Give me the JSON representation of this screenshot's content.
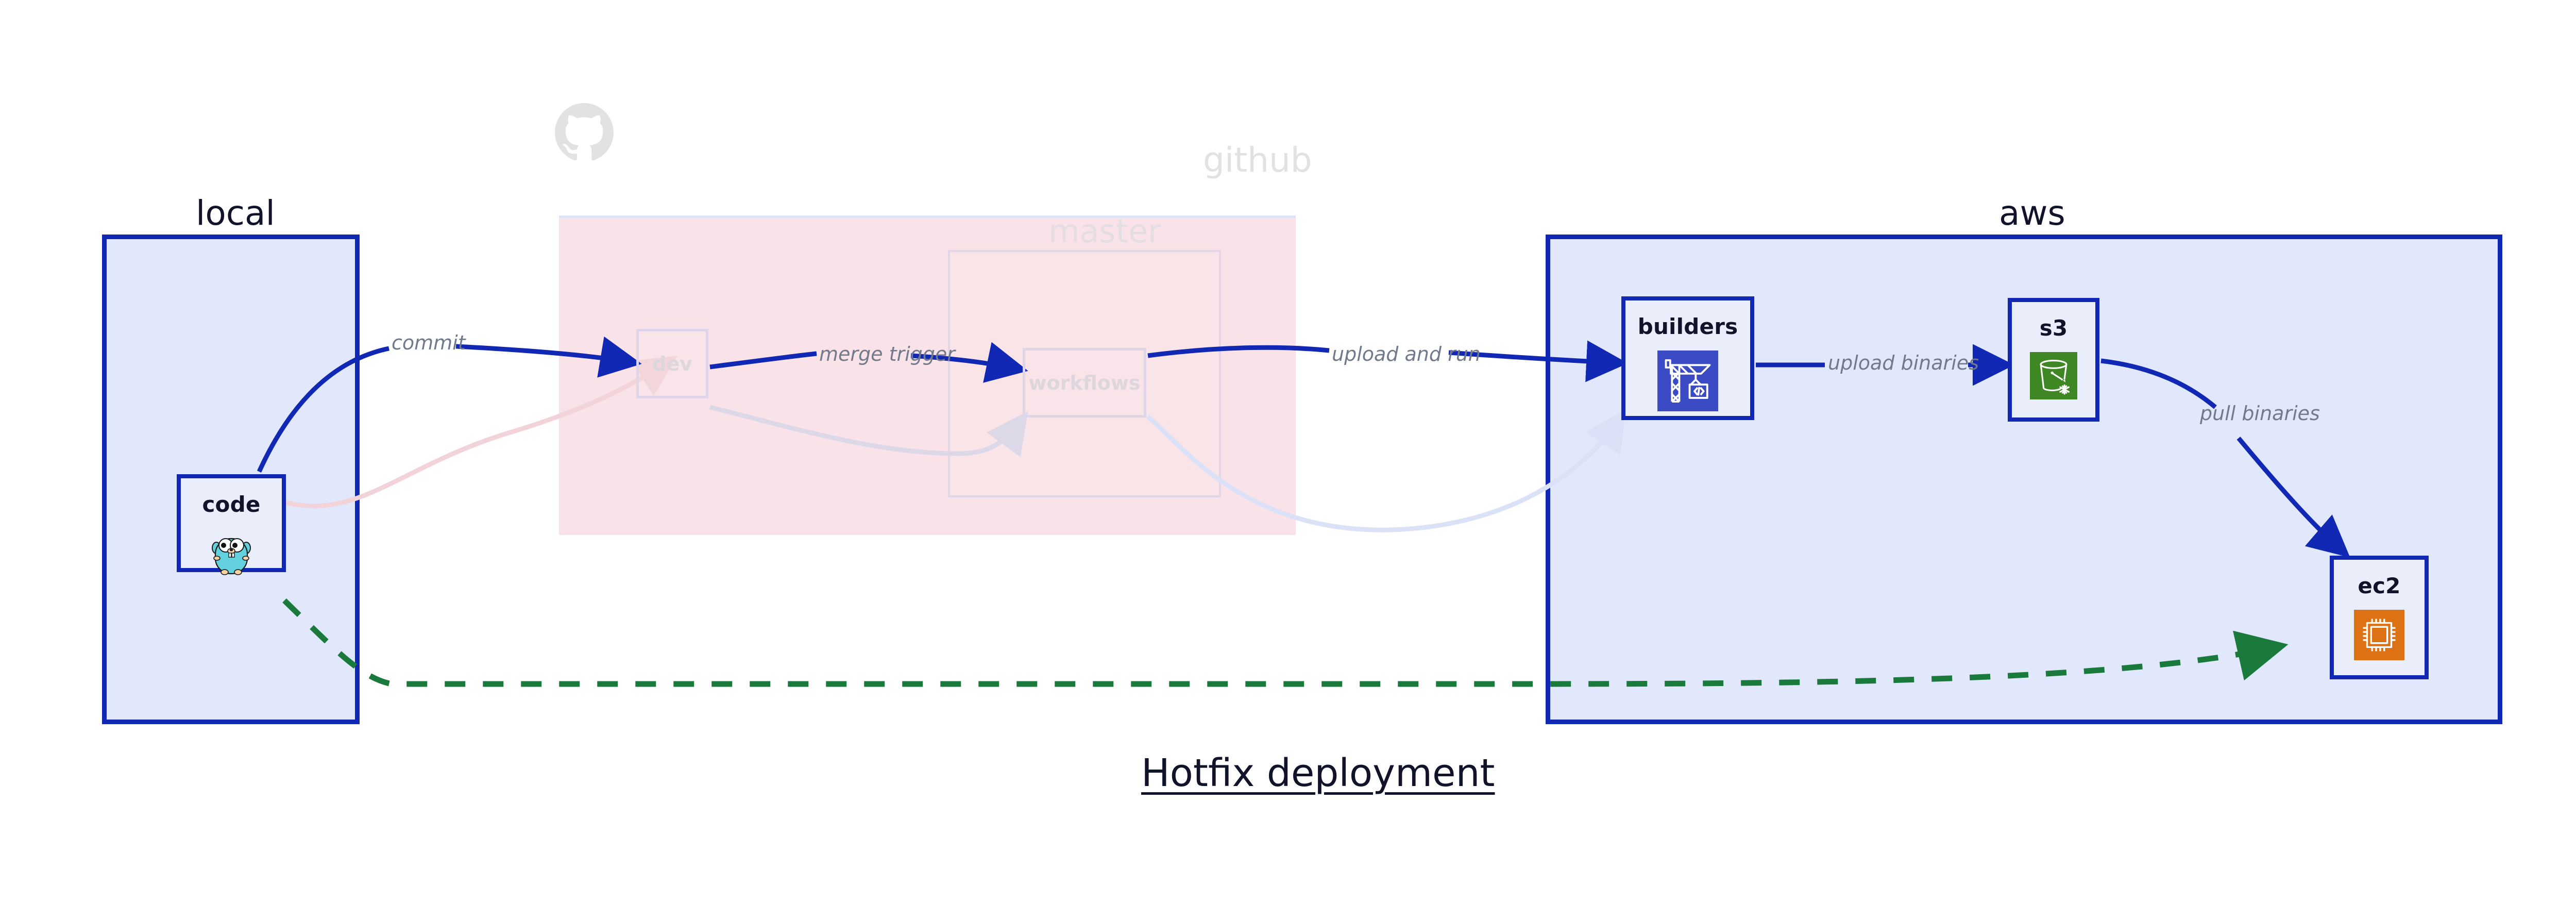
{
  "diagram": {
    "title": "Hotfix deployment",
    "clusters": [
      {
        "id": "local",
        "label": "local",
        "fill": "#e2e8fb",
        "stroke": "#1128b4"
      },
      {
        "id": "github",
        "label": "github",
        "fill": "#f9e3e8",
        "stroke": "#dde4f8"
      },
      {
        "id": "master",
        "label": "master",
        "fill": "#f9e3e8",
        "stroke": "#e1d7e7"
      },
      {
        "id": "aws",
        "label": "aws",
        "fill": "#e2e8fb",
        "stroke": "#1128b4"
      }
    ],
    "nodes": [
      {
        "id": "code",
        "label": "code",
        "icon": "go-gopher-icon",
        "cluster": "local"
      },
      {
        "id": "dev",
        "label": "dev",
        "icon": "branch-icon",
        "cluster": "github",
        "faded": true
      },
      {
        "id": "workflows",
        "label": "workflows",
        "icon": "workflow-icon",
        "cluster": "master",
        "faded": true
      },
      {
        "id": "builders",
        "label": "builders",
        "icon": "aws-crane-icon",
        "cluster": "aws",
        "icon_color": "#3b4bc4"
      },
      {
        "id": "s3",
        "label": "s3",
        "icon": "aws-s3-glacier-icon",
        "cluster": "aws",
        "icon_color": "#3f8624"
      },
      {
        "id": "ec2",
        "label": "ec2",
        "icon": "aws-ec2-chip-icon",
        "cluster": "aws",
        "icon_color": "#dd7215"
      }
    ],
    "edges": [
      {
        "id": "e1",
        "from": "code",
        "to": "dev",
        "label": "commit",
        "color": "#1128b4",
        "style": "solid"
      },
      {
        "id": "e2",
        "from": "dev",
        "to": "workflows",
        "label": "merge trigger",
        "color": "#1128b4",
        "style": "solid"
      },
      {
        "id": "e3",
        "from": "workflows",
        "to": "builders",
        "label": "upload and run",
        "color": "#1128b4",
        "style": "solid"
      },
      {
        "id": "e4",
        "from": "builders",
        "to": "s3",
        "label": "upload binaries",
        "color": "#1128b4",
        "style": "solid"
      },
      {
        "id": "e5",
        "from": "s3",
        "to": "ec2",
        "label": "pull binaries",
        "color": "#1128b4",
        "style": "solid"
      },
      {
        "id": "e6",
        "from": "code",
        "to": "ec2",
        "label": "",
        "color": "#1a7a3c",
        "style": "dashed"
      },
      {
        "id": "e7",
        "from": "code",
        "to": "dev",
        "label": "",
        "color": "#f6dee3",
        "style": "solid"
      },
      {
        "id": "e8",
        "from": "dev",
        "to": "workflows",
        "label": "",
        "color": "#e0dcea",
        "style": "solid"
      },
      {
        "id": "e9",
        "from": "workflows",
        "to": "builders",
        "label": "",
        "color": "#dfe3f6",
        "style": "solid"
      }
    ],
    "colors": {
      "accent_blue": "#1128b4",
      "cluster_blue_fill": "#e2e8fb",
      "github_pink_fill": "#f9e3e8",
      "dashed_green": "#1a7a3c",
      "label_gray": "#707a8c",
      "text_dark": "#10132a",
      "builders_icon": "#3b4bc4",
      "s3_icon": "#3f8624",
      "ec2_icon": "#dd7215",
      "gopher_body": "#63d1dd"
    },
    "watermark": {
      "icon": "github-octocat-icon",
      "color": "#e2e2e2"
    }
  }
}
